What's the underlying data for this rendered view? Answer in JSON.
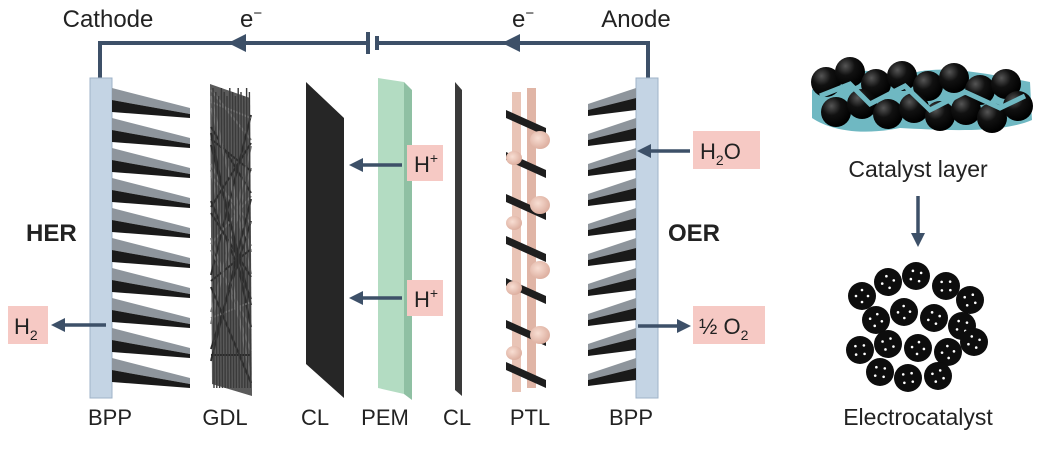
{
  "labels": {
    "cathode": "Cathode",
    "anode": "Anode",
    "electron": "e",
    "electron_sup": "−",
    "her": "HER",
    "oer": "OER",
    "bpp_left": "BPP",
    "gdl": "GDL",
    "cl_left": "CL",
    "pem": "PEM",
    "cl_right": "CL",
    "ptl": "PTL",
    "bpp_right": "BPP",
    "proton": "H",
    "proton_sup": "+",
    "h2": "H",
    "h2_sub": "2",
    "water": "H",
    "water_sub": "2",
    "water_end": "O",
    "oxygen": "½ O",
    "oxygen_sub": "2",
    "catalyst_layer": "Catalyst layer",
    "electrocatalyst": "Electrocatalyst"
  },
  "colors": {
    "wire": "#3d5068",
    "bpp": "#c4d4e4",
    "bpp_edge": "#9fb3c8",
    "fin": "#8e959c",
    "fin_dark": "#1a1a1a",
    "gdl": "#4a4a4a",
    "cl": "#262626",
    "pem": "#b3dcc2",
    "pem_edge": "#8fc0a3",
    "ptl": "#e9c4b6",
    "label_box": "#f6c9c4",
    "catalyst_ion": "#6fb8c2",
    "particle": "#0d0d0d"
  }
}
